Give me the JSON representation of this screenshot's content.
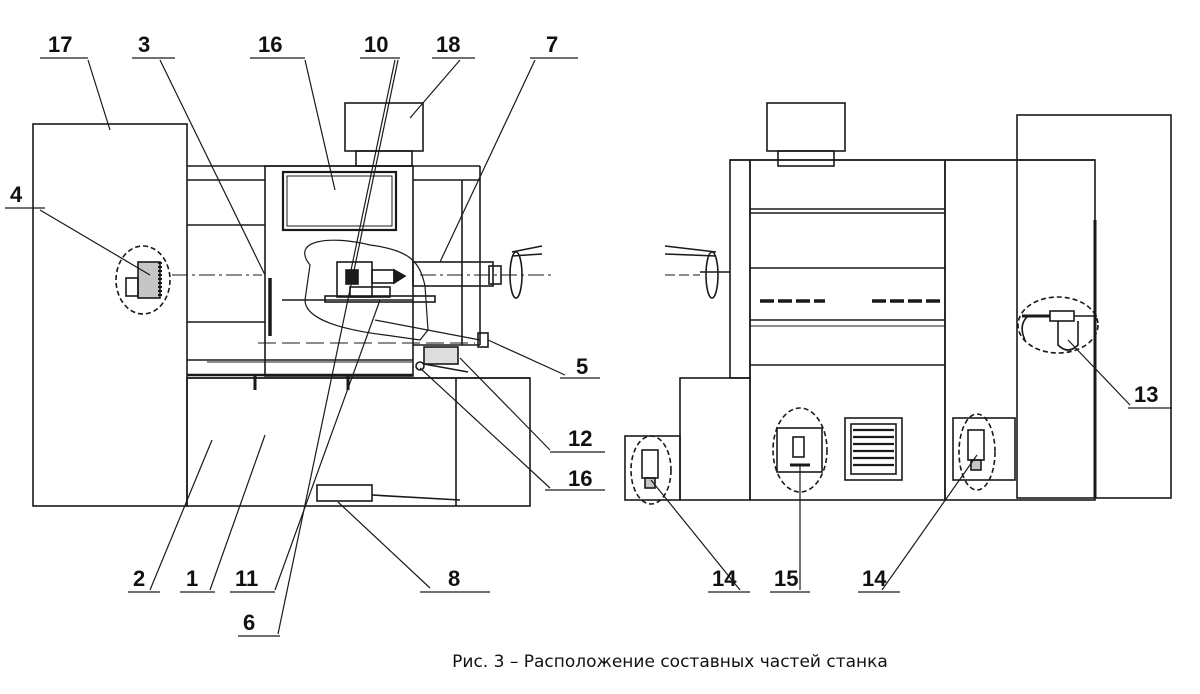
{
  "caption": "Рис. 3 – Расположение составных частей станка",
  "colors": {
    "ink": "#1a1a1a",
    "background": "#ffffff"
  },
  "labels": {
    "l17": "17",
    "l3": "3",
    "l16a": "16",
    "l10": "10",
    "l18": "18",
    "l7": "7",
    "l4": "4",
    "l5": "5",
    "l12": "12",
    "l16b": "16",
    "l2": "2",
    "l1": "1",
    "l11": "11",
    "l8": "8",
    "l6": "6",
    "l13": "13",
    "l14a": "14",
    "l15": "15",
    "l14b": "14"
  }
}
